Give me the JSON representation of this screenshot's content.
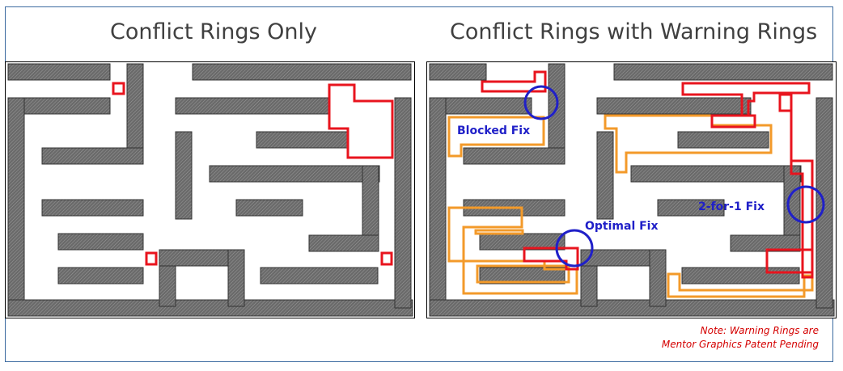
{
  "left_panel": {
    "title": "Conflict Rings Only"
  },
  "right_panel": {
    "title": "Conflict Rings with Warning Rings",
    "labels": {
      "blocked_fix": "Blocked Fix",
      "optimal_fix": "Optimal Fix",
      "two_for_one_fix": "2-for-1 Fix"
    }
  },
  "note": {
    "line1": "Note: Warning Rings are",
    "line2": "Mentor Graphics Patent Pending"
  },
  "colors": {
    "frame_border": "#3b6aa0",
    "conflict_ring": "#e8141e",
    "warning_ring": "#f39a2a",
    "fix_marker": "#2020c8",
    "label_text": "#2020c8",
    "note_text": "#d40000",
    "metal": "#6e6e6e"
  }
}
